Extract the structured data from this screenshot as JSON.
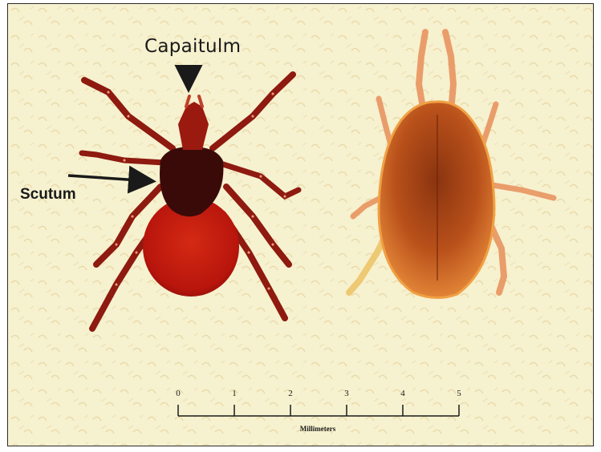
{
  "labels": {
    "capitulum": "Capaitulm",
    "scutum": "Scutum"
  },
  "scale_bar": {
    "ticks": [
      "0",
      "1",
      "2",
      "3",
      "4",
      "5"
    ],
    "unit": "Millimeters"
  },
  "colors": {
    "background": "#f6f1cf",
    "tick_body": "#c51a10",
    "tick_scutum": "#3a0a08",
    "mite_body": "#d9661c",
    "mite_legs": "#e89560",
    "annotation": "#1a1a1a"
  }
}
